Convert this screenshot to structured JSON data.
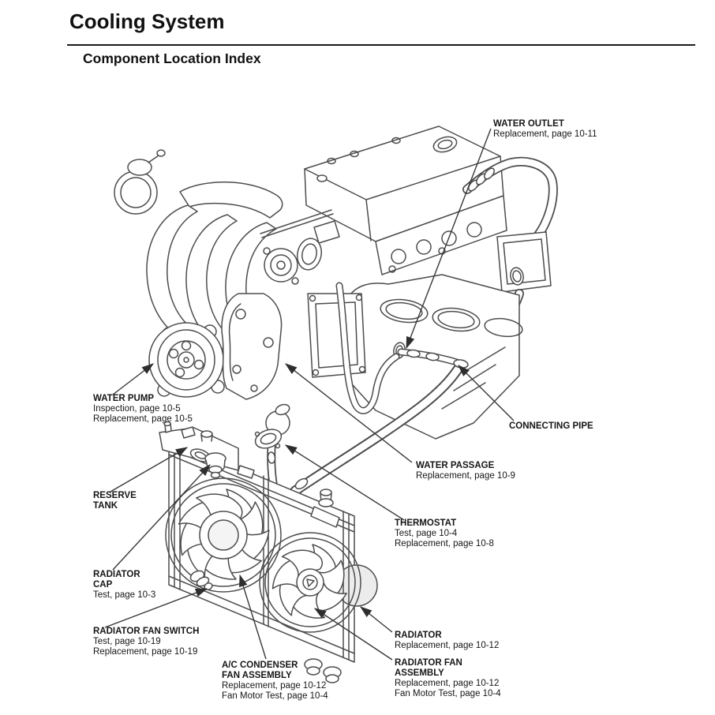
{
  "page": {
    "title": "Cooling System",
    "subtitle": "Component Location Index"
  },
  "colors": {
    "ink": "#1a1a1a",
    "line_art": "#4d4d4d",
    "background": "#ffffff"
  },
  "callouts": {
    "water_outlet": {
      "title": "WATER OUTLET",
      "sub1": "Replacement, page 10-11"
    },
    "water_pump": {
      "title": "WATER PUMP",
      "sub1": "Inspection, page 10-5",
      "sub2": "Replacement, page 10-5"
    },
    "connecting_pipe": {
      "title": "CONNECTING PIPE"
    },
    "water_passage": {
      "title": "WATER PASSAGE",
      "sub1": "Replacement, page 10-9"
    },
    "thermostat": {
      "title": "THERMOSTAT",
      "sub1": "Test, page 10-4",
      "sub2": "Replacement, page 10-8"
    },
    "reserve_tank": {
      "title": "RESERVE",
      "title2": "TANK"
    },
    "radiator_cap": {
      "title": "RADIATOR",
      "title2": "CAP",
      "sub1": "Test, page 10-3"
    },
    "radiator_fan_switch": {
      "title": "RADIATOR FAN SWITCH",
      "sub1": "Test, page 10-19",
      "sub2": "Replacement, page 10-19"
    },
    "ac_condenser_fan": {
      "title": "A/C CONDENSER",
      "title2": "FAN ASSEMBLY",
      "sub1": "Replacement, page 10-12",
      "sub2": "Fan Motor Test, page 10-4"
    },
    "radiator": {
      "title": "RADIATOR",
      "sub1": "Replacement, page 10-12"
    },
    "radiator_fan_assembly": {
      "title": "RADIATOR FAN",
      "title2": "ASSEMBLY",
      "sub1": "Replacement, page 10-12",
      "sub2": "Fan Motor Test, page 10-4"
    }
  }
}
